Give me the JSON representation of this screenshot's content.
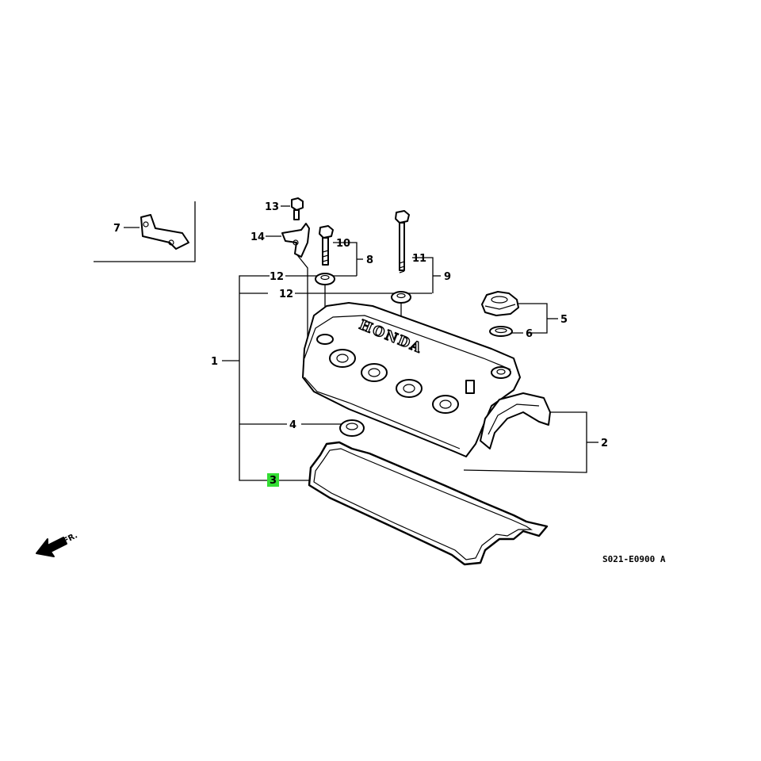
{
  "diagram": {
    "diagram_code": "S021-E0900 A",
    "direction_label": "FR.",
    "brand_text": "HONDA",
    "highlight_color": "#33dd33",
    "highlighted_callout": "3",
    "callouts": {
      "c1": "1",
      "c2": "2",
      "c3": "3",
      "c4": "4",
      "c5": "5",
      "c6": "6",
      "c7": "7",
      "c8": "8",
      "c9": "9",
      "c10": "10",
      "c11": "11",
      "c12a": "12",
      "c12b": "12",
      "c13": "13",
      "c14": "14"
    }
  }
}
